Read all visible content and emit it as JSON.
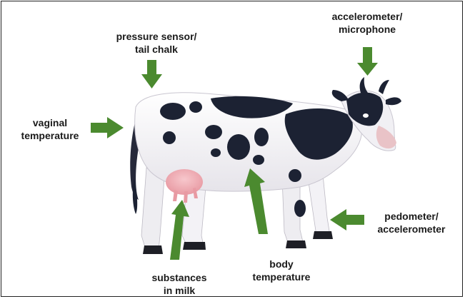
{
  "labels": {
    "pressure_sensor": {
      "line1": "pressure sensor/",
      "line2": "tail chalk"
    },
    "accelerometer_microphone": {
      "line1": "accelerometer/",
      "line2": "microphone"
    },
    "vaginal_temperature": {
      "line1": "vaginal",
      "line2": "temperature"
    },
    "pedometer_accelerometer": {
      "line1": "pedometer/",
      "line2": "accelerometer"
    },
    "body_temperature": {
      "line1": "body",
      "line2": "temperature"
    },
    "substances_in_milk": {
      "line1": "substances",
      "line2": "in milk"
    }
  },
  "colors": {
    "arrow": "#4b8a2f",
    "cow_black": "#1c2233",
    "cow_white": "#f4f3f6",
    "udder": "#f0b3b7"
  }
}
